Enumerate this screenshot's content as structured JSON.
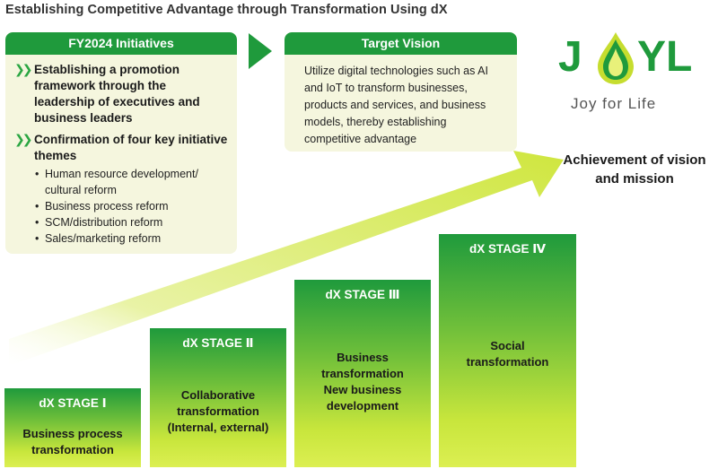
{
  "title": "Establishing Competitive Advantage through Transformation Using dX",
  "initiatives": {
    "header": "FY2024 Initiatives",
    "items": [
      {
        "heading": "Establishing a promotion framework through the leadership of executives and business leaders",
        "sub_items": []
      },
      {
        "heading": "Confirmation of four key initiative themes",
        "sub_items": [
          "Human resource development/ cultural reform",
          "Business process reform",
          "SCM/distribution reform",
          "Sales/marketing reform"
        ]
      }
    ]
  },
  "vision": {
    "header": "Target Vision",
    "text": "Utilize digital technologies such as AI and IoT to transform businesses, products and services, and business models, thereby establishing competitive advantage"
  },
  "logo": {
    "letters_left": "J",
    "letters_right": "YL",
    "tagline": "Joy for Life"
  },
  "goal": "Achievement of vision and mission",
  "stages": [
    {
      "title": "dX STAGE Ⅰ",
      "desc": [
        "Business process",
        "transformation"
      ]
    },
    {
      "title": "dX STAGE Ⅱ",
      "desc": [
        "Collaborative",
        "transformation",
        "(Internal, external)"
      ]
    },
    {
      "title": "dX STAGE Ⅲ",
      "desc": [
        "Business",
        "transformation",
        "New business",
        "development"
      ]
    },
    {
      "title": "dX STAGE Ⅳ",
      "desc": [
        "Social",
        "transformation"
      ]
    }
  ],
  "colors": {
    "brand_green": "#1f9a3c",
    "panel_bg": "#f5f6de",
    "arrow_yellow": "#d7ea4c",
    "chevron_green": "#2aa642"
  }
}
